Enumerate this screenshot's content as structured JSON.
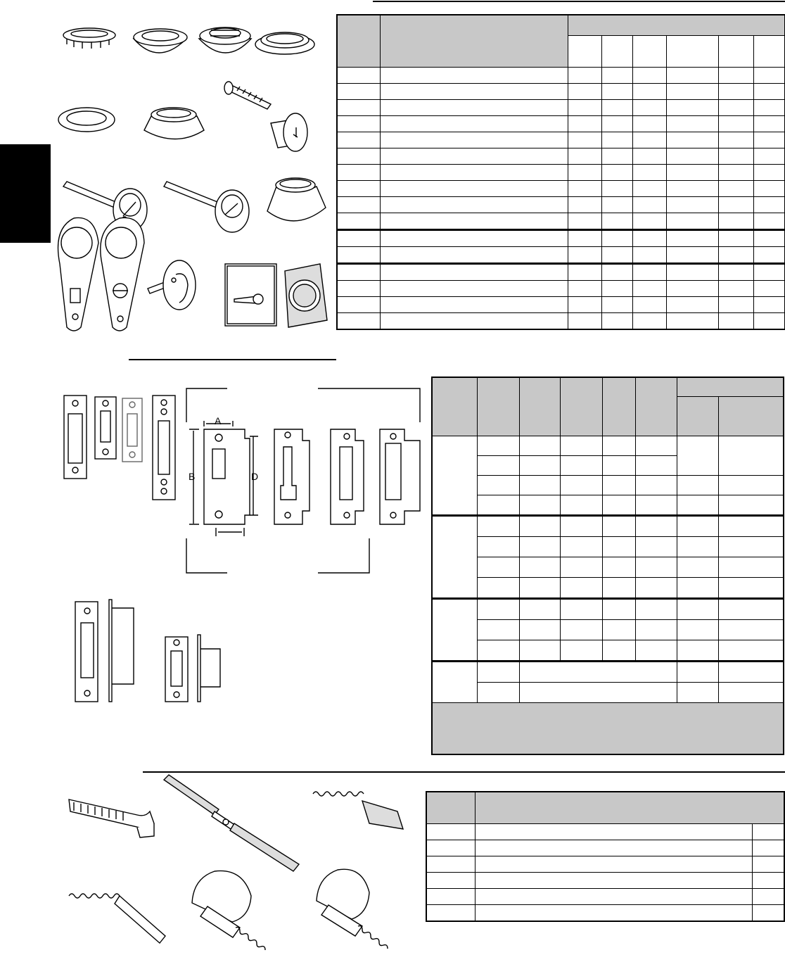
{
  "strike_diagram": {
    "label_a": "A",
    "label_b": "B",
    "label_d": "D"
  }
}
